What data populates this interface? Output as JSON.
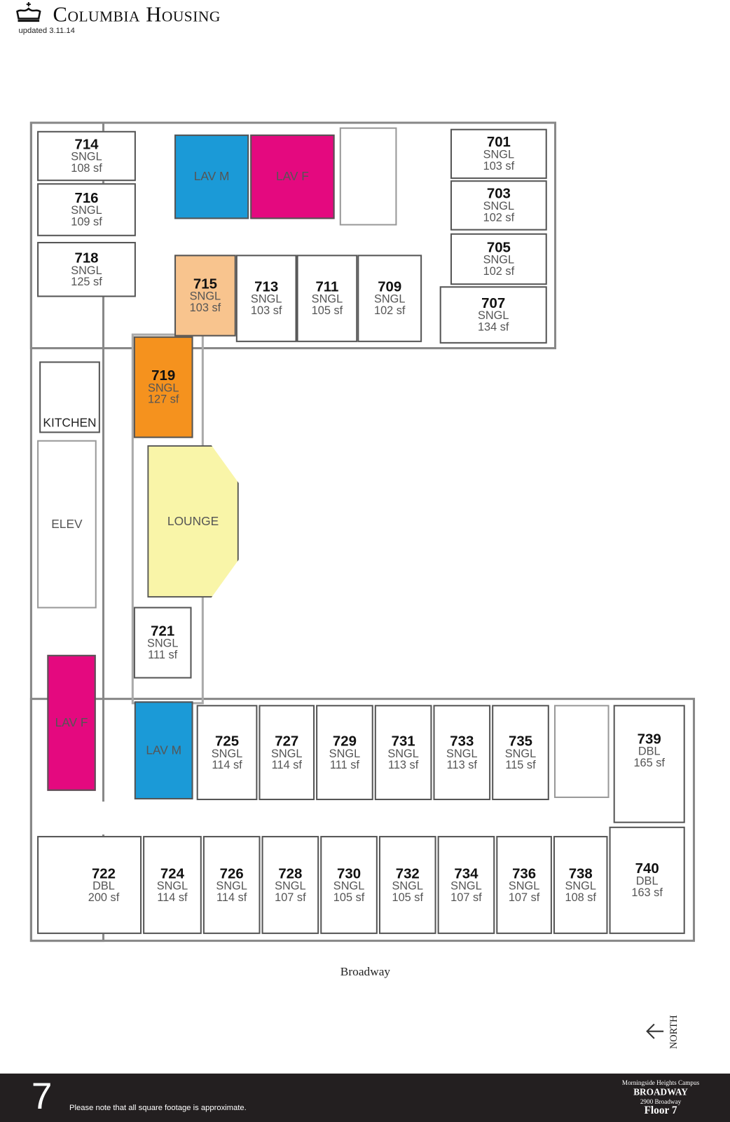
{
  "header": {
    "title": "Columbia Housing",
    "updated": "updated 3.11.14"
  },
  "colors": {
    "lav_m": "#1b9ad7",
    "lav_f": "#e4097f",
    "room_715": "#f8c48e",
    "room_719": "#f5921e",
    "lounge": "#f9f5a8"
  },
  "rooms": [
    {
      "num": "714",
      "type": "SNGL",
      "sf": "108 sf"
    },
    {
      "num": "716",
      "type": "SNGL",
      "sf": "109 sf"
    },
    {
      "num": "718",
      "type": "SNGL",
      "sf": "125 sf"
    },
    {
      "num": "701",
      "type": "SNGL",
      "sf": "103 sf"
    },
    {
      "num": "703",
      "type": "SNGL",
      "sf": "102 sf"
    },
    {
      "num": "705",
      "type": "SNGL",
      "sf": "102 sf"
    },
    {
      "num": "707",
      "type": "SNGL",
      "sf": "134 sf"
    },
    {
      "num": "715",
      "type": "SNGL",
      "sf": "103 sf"
    },
    {
      "num": "713",
      "type": "SNGL",
      "sf": "103 sf"
    },
    {
      "num": "711",
      "type": "SNGL",
      "sf": "105 sf"
    },
    {
      "num": "709",
      "type": "SNGL",
      "sf": "102 sf"
    },
    {
      "num": "719",
      "type": "SNGL",
      "sf": "127 sf"
    },
    {
      "num": "721",
      "type": "SNGL",
      "sf": "111 sf"
    },
    {
      "num": "725",
      "type": "SNGL",
      "sf": "114 sf"
    },
    {
      "num": "727",
      "type": "SNGL",
      "sf": "114 sf"
    },
    {
      "num": "729",
      "type": "SNGL",
      "sf": "111 sf"
    },
    {
      "num": "731",
      "type": "SNGL",
      "sf": "113 sf"
    },
    {
      "num": "733",
      "type": "SNGL",
      "sf": "113 sf"
    },
    {
      "num": "735",
      "type": "SNGL",
      "sf": "115 sf"
    },
    {
      "num": "739",
      "type": "DBL",
      "sf": "165 sf"
    },
    {
      "num": "722",
      "type": "DBL",
      "sf": "200 sf"
    },
    {
      "num": "724",
      "type": "SNGL",
      "sf": "114 sf"
    },
    {
      "num": "726",
      "type": "SNGL",
      "sf": "114 sf"
    },
    {
      "num": "728",
      "type": "SNGL",
      "sf": "107 sf"
    },
    {
      "num": "730",
      "type": "SNGL",
      "sf": "105 sf"
    },
    {
      "num": "732",
      "type": "SNGL",
      "sf": "105 sf"
    },
    {
      "num": "734",
      "type": "SNGL",
      "sf": "107 sf"
    },
    {
      "num": "736",
      "type": "SNGL",
      "sf": "107 sf"
    },
    {
      "num": "738",
      "type": "SNGL",
      "sf": "108 sf"
    },
    {
      "num": "740",
      "type": "DBL",
      "sf": "163 sf"
    }
  ],
  "spaces": {
    "lav_m": "LAV M",
    "lav_f": "LAV F",
    "kitchen": "KITCHEN",
    "elev": "ELEV",
    "lounge": "LOUNGE"
  },
  "street": "Broadway",
  "compass": "NORTH",
  "footer": {
    "floor_number": "7",
    "note": "Please note that all square footage is approximate.",
    "campus": "Morningside Heights Campus",
    "building": "BROADWAY",
    "address": "2900 Broadway",
    "floor": "Floor 7"
  }
}
